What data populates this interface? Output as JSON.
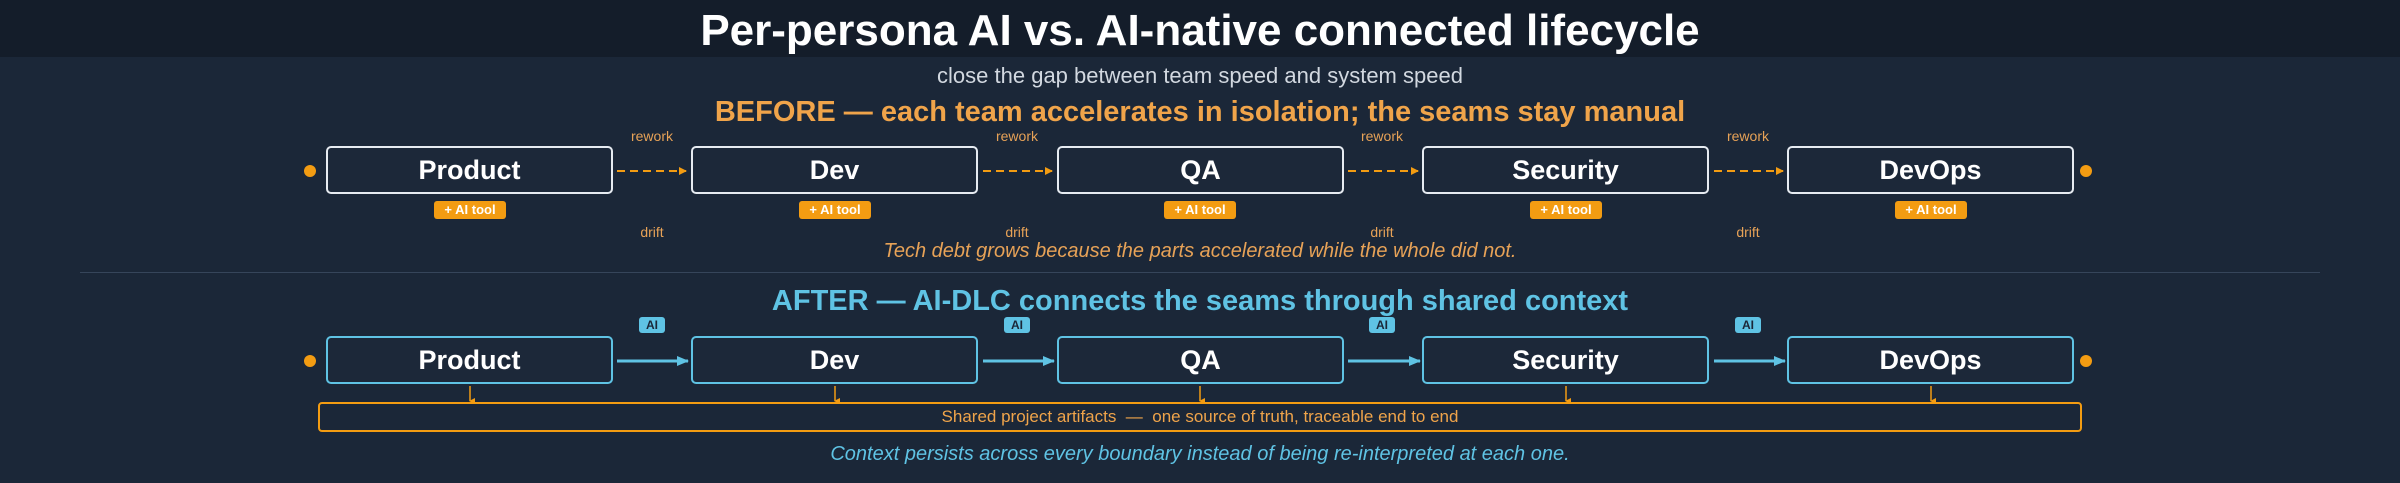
{
  "title": "Per-persona AI vs. AI-native connected lifecycle",
  "subtitle": "close the gap between team speed and system speed",
  "before": {
    "heading": "BEFORE — each team accelerates in isolation; the seams stay manual",
    "teams": [
      "Product",
      "Dev",
      "QA",
      "Security",
      "DevOps"
    ],
    "tool_label": "+ AI tool",
    "rework_label": "rework",
    "drift_label": "drift",
    "note": "Tech debt grows because the parts accelerated while the whole did not."
  },
  "after": {
    "heading": "AFTER — AI-DLC connects the seams through shared context",
    "teams": [
      "Product",
      "Dev",
      "QA",
      "Security",
      "DevOps"
    ],
    "ai_label": "AI",
    "artifacts": "Shared project artifacts  —  one source of truth, traceable end to end",
    "note": "Context persists across every boundary instead of being re-interpreted at each one."
  },
  "colors": {
    "accent_orange": "#f39c12",
    "accent_cyan": "#5fc3e4",
    "background": "#1b2738"
  }
}
